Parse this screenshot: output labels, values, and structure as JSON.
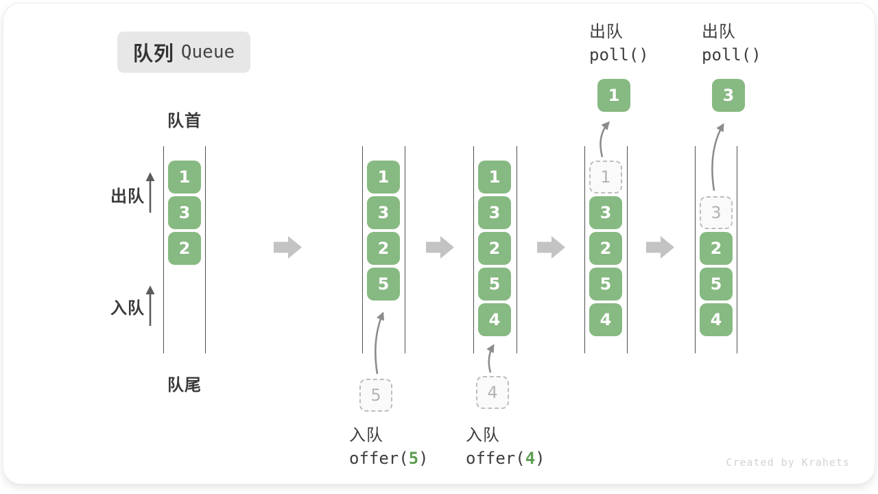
{
  "title": {
    "zh": "队列",
    "en": "Queue"
  },
  "side_labels": {
    "front": "队首",
    "rear": "队尾",
    "dequeue": "出队",
    "enqueue": "入队"
  },
  "queues": [
    {
      "items": [
        "1",
        "3",
        "2"
      ]
    },
    {
      "items": [
        "1",
        "3",
        "2",
        "5"
      ],
      "incoming_value": "5",
      "op": {
        "label": "入队",
        "code_prefix": "offer(",
        "code_arg": "5",
        "code_suffix": ")"
      }
    },
    {
      "items": [
        "1",
        "3",
        "2",
        "5",
        "4"
      ],
      "incoming_value": "4",
      "op": {
        "label": "入队",
        "code_prefix": "offer(",
        "code_arg": "4",
        "code_suffix": ")"
      }
    },
    {
      "items": [
        "3",
        "2",
        "5",
        "4"
      ],
      "removed_value": "1",
      "result_value": "1",
      "op": {
        "label": "出队",
        "code": "poll()"
      }
    },
    {
      "items": [
        "2",
        "5",
        "4"
      ],
      "removed_value": "3",
      "result_value": "3",
      "op": {
        "label": "出队",
        "code": "poll()"
      }
    }
  ],
  "colors": {
    "box_green": "#87b982",
    "code_arg_green": "#5d9e51",
    "step_arrow_gray": "#c3c3c3"
  },
  "watermark": "Created by Krahets"
}
